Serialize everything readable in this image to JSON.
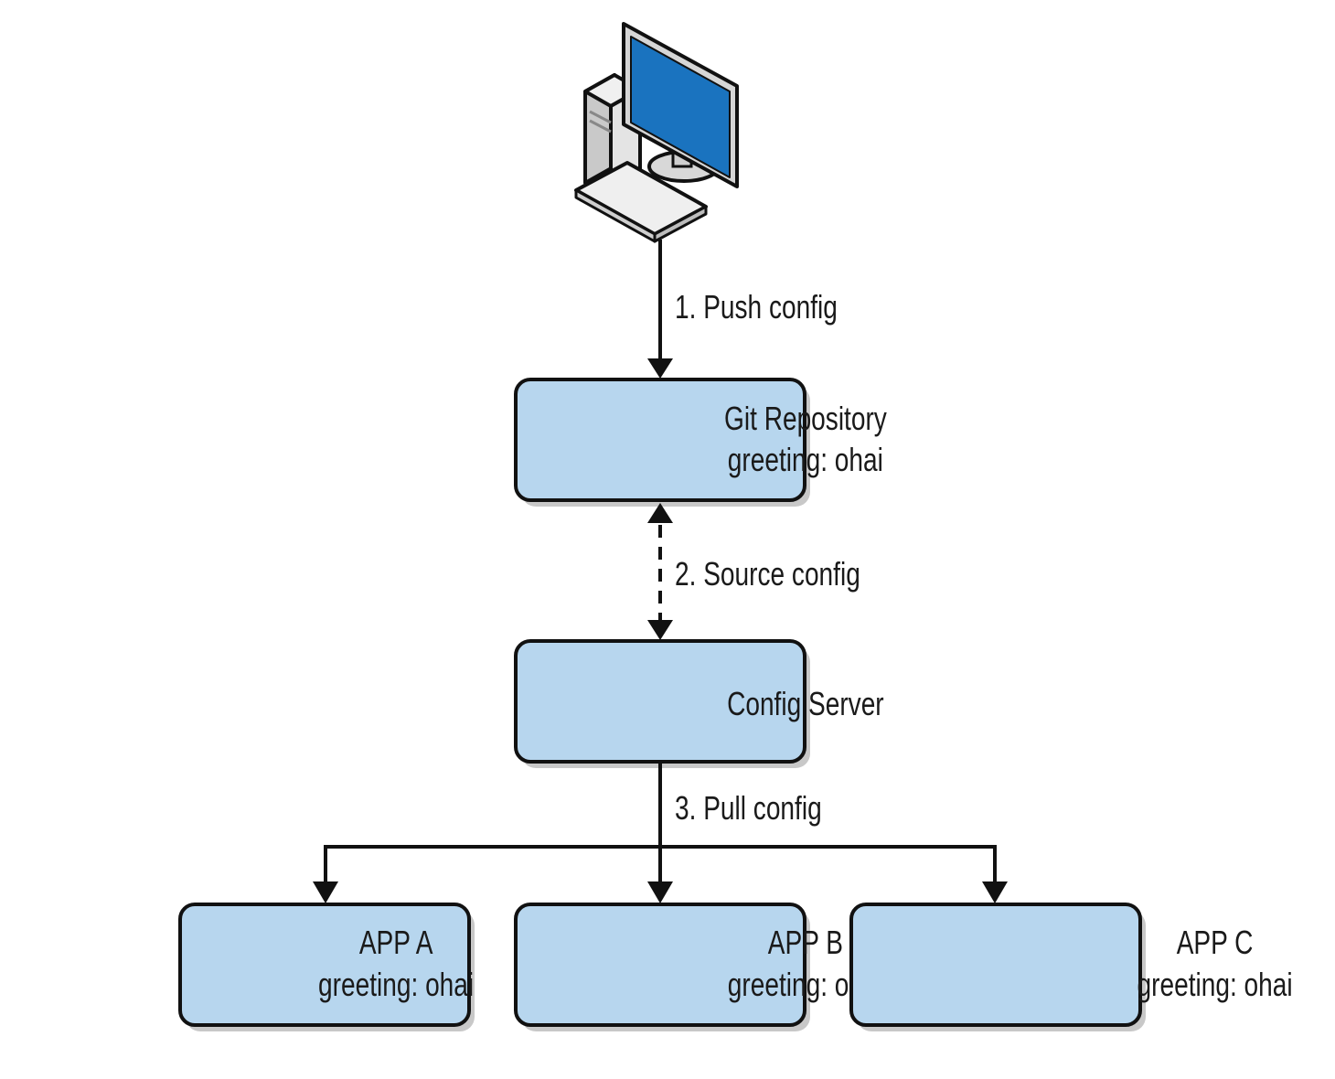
{
  "nodes": {
    "git_repository": {
      "line1": "Git Repository",
      "line2": "greeting: ohai"
    },
    "config_server": {
      "line1": "Config Server"
    },
    "app_a": {
      "line1": "APP A",
      "line2": "greeting: ohai"
    },
    "app_b": {
      "line1": "APP B",
      "line2": "greeting: ohai"
    },
    "app_c": {
      "line1": "APP C",
      "line2": "greeting: ohai"
    }
  },
  "edges": {
    "push": {
      "label": "1. Push config"
    },
    "source": {
      "label": "2. Source config"
    },
    "pull": {
      "label": "3. Pull config"
    }
  },
  "icons": {
    "workstation": "desktop-computer-icon"
  },
  "colors": {
    "node_fill": "#b7d6ee",
    "stroke": "#111111",
    "screen": "#1a73bf"
  }
}
